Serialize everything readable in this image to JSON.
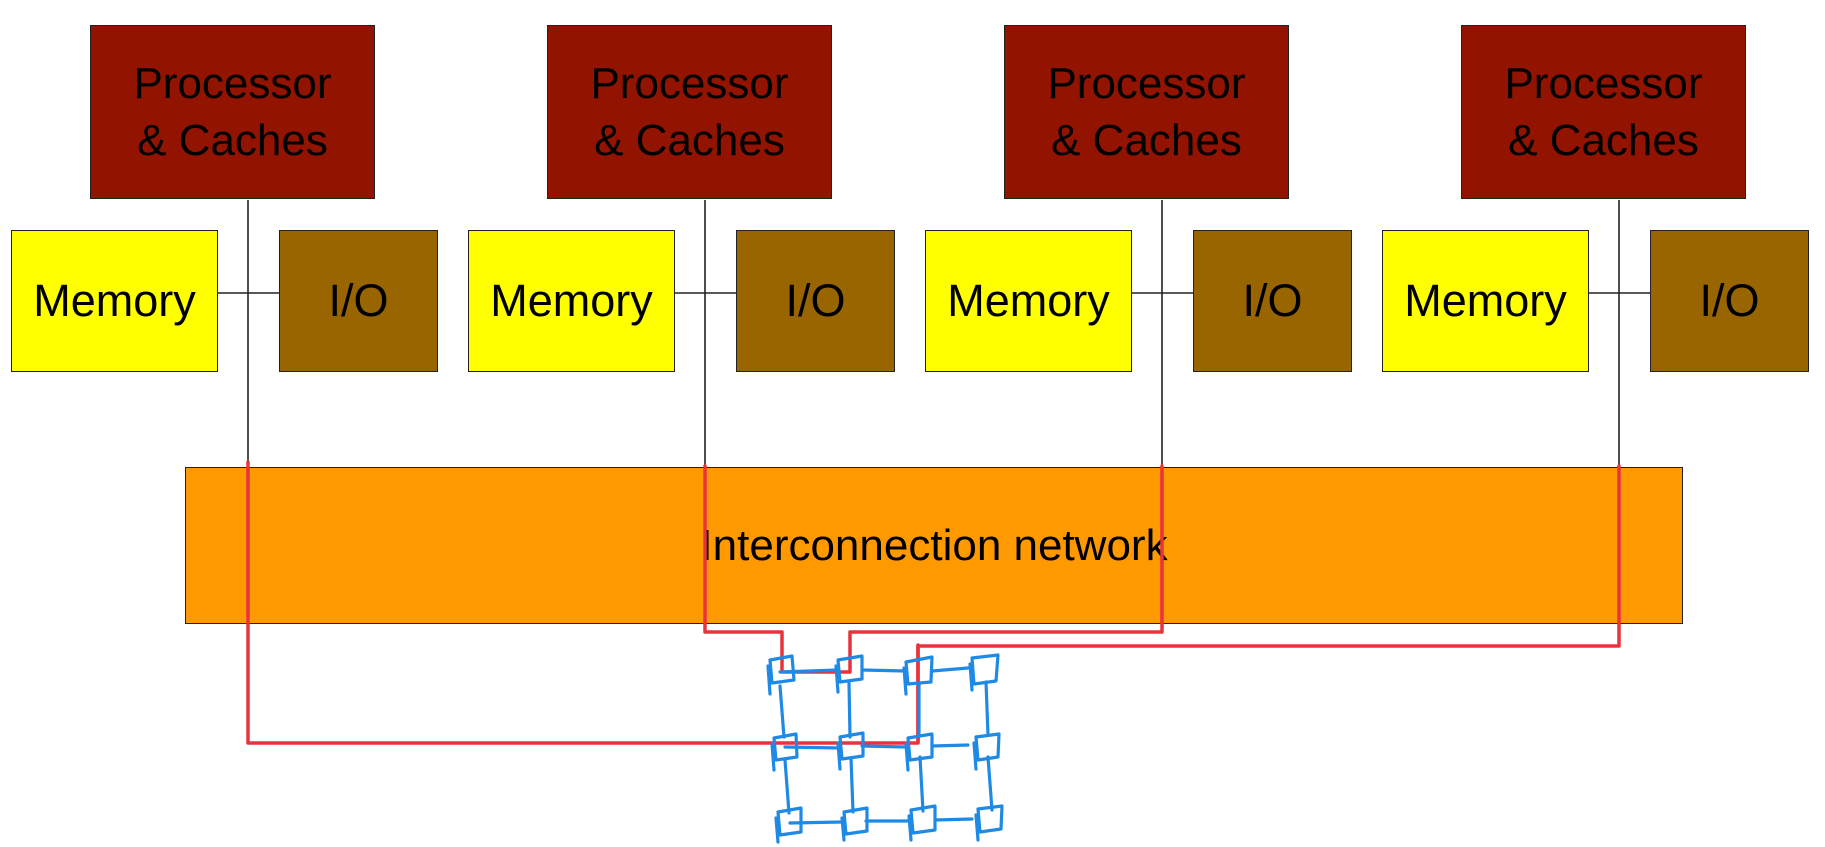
{
  "colors": {
    "processor_fill": "#921400",
    "memory_fill": "#FFFF00",
    "io_fill": "#986500",
    "network_fill": "#FF9900",
    "wire": "#222222",
    "annotation_red": "#E8333D",
    "annotation_blue": "#1F8AE6"
  },
  "nodes": [
    {
      "processor_lines": [
        "Processor",
        "& Caches"
      ],
      "memory": "Memory",
      "io": "I/O"
    },
    {
      "processor_lines": [
        "Processor",
        "& Caches"
      ],
      "memory": "Memory",
      "io": "I/O"
    },
    {
      "processor_lines": [
        "Processor",
        "& Caches"
      ],
      "memory": "Memory",
      "io": "I/O"
    },
    {
      "processor_lines": [
        "Processor",
        "& Caches"
      ],
      "memory": "Memory",
      "io": "I/O"
    }
  ],
  "network": {
    "label": "Interconnection network"
  },
  "annotation": {
    "mesh_icon": "mesh-network-sketch",
    "mesh_rows": 3,
    "mesh_cols": 4
  }
}
